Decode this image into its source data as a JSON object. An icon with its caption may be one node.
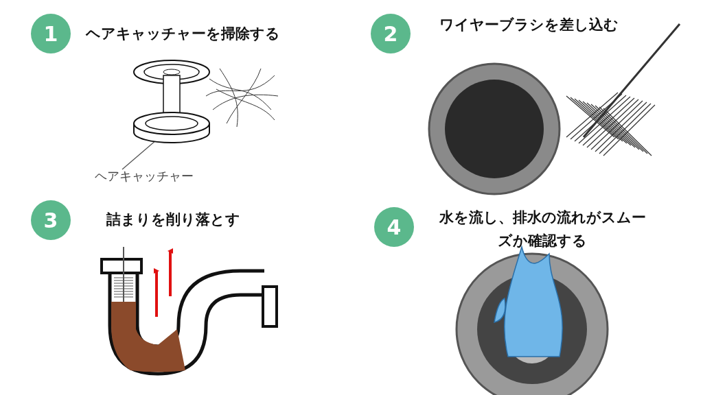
{
  "diagram": {
    "nodes": [
      {
        "text": [
          "1"
        ],
        "beside": [
          "ヘアキャッチャーを掃除する"
        ]
      },
      {
        "text": [
          "2"
        ],
        "beside": [
          "ワイヤーブラシを差し込む"
        ]
      },
      {
        "text": [
          "3"
        ],
        "beside": [
          "詰まりを削り落とす"
        ]
      },
      {
        "text": [
          "4"
        ],
        "beside": [
          "水を流し、排水の流れがスムーズか確認する"
        ]
      },
      {
        "text": [
          "ヘアキャッチャー"
        ]
      },
      {
        "text": [],
        "shape": "picture"
      }
    ],
    "edges": [
      {
        "from": 4,
        "to": 5,
        "arrow": "none"
      }
    ]
  }
}
